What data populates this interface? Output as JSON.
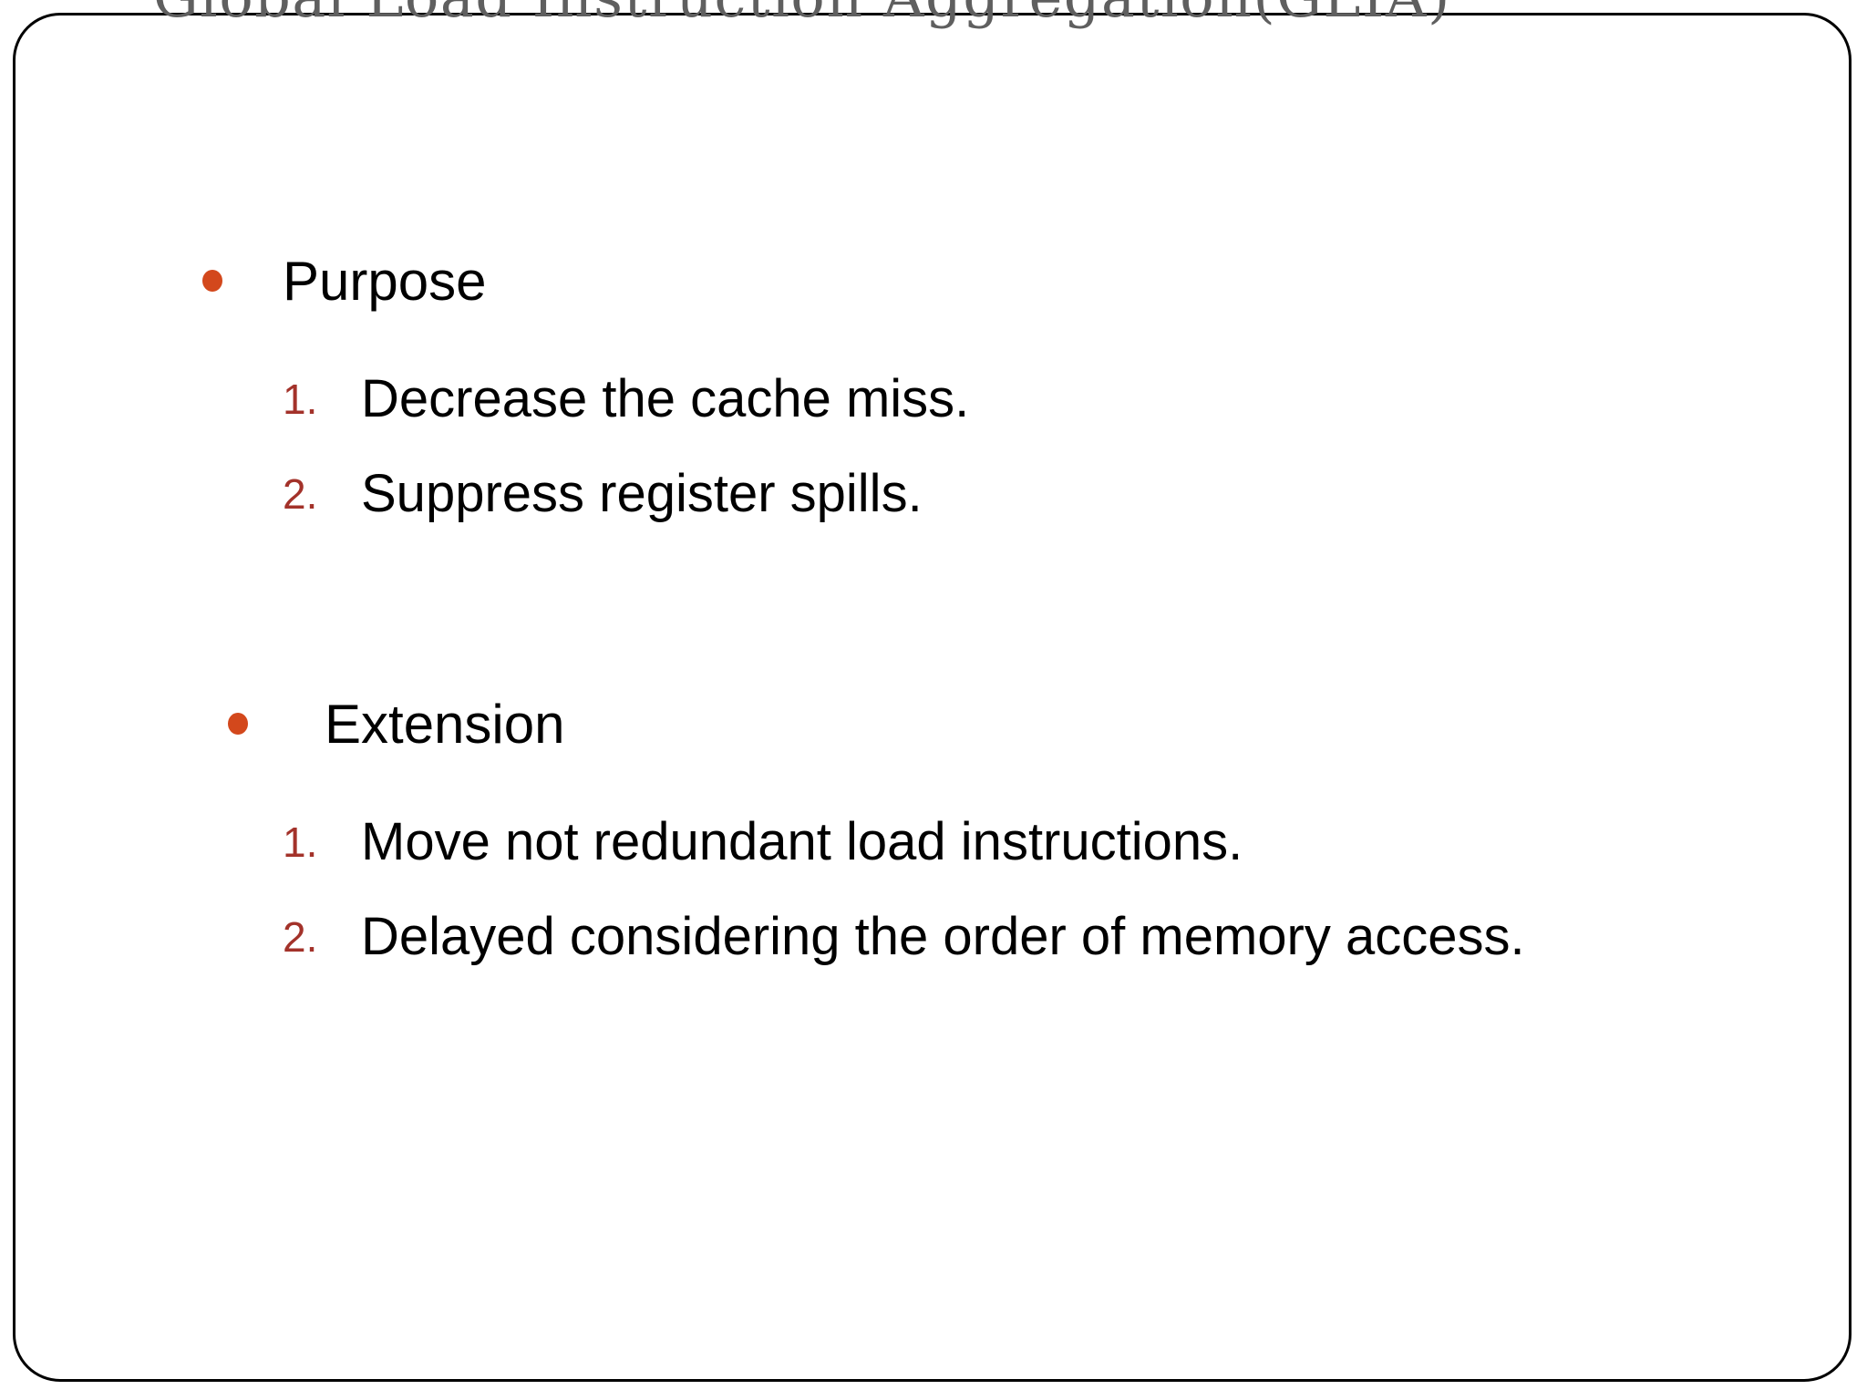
{
  "slide": {
    "title": "Global Load Instruction Aggregation(GLIA)",
    "frame_border_color": "#000000",
    "background_color": "#ffffff",
    "title_color": "#5f5f5f",
    "bullet_color": "#d3481c",
    "number_color": "#a3322a",
    "text_color": "#000000"
  },
  "sections": [
    {
      "heading": "Purpose",
      "items": [
        {
          "marker": "1.",
          "text": "Decrease the cache miss."
        },
        {
          "marker": "2.",
          "text": "Suppress register spills."
        }
      ]
    },
    {
      "heading": "Extension",
      "items": [
        {
          "marker": "1.",
          "text": "Move not redundant load instructions."
        },
        {
          "marker": "2.",
          "text": "Delayed considering the order of memory access."
        }
      ]
    }
  ]
}
